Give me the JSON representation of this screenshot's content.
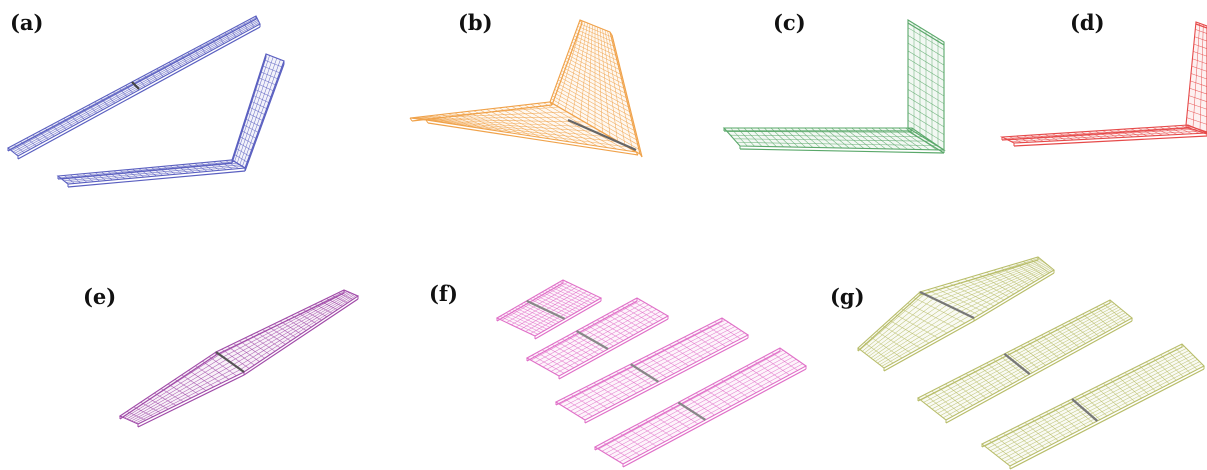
{
  "labels": {
    "a": "(a)",
    "b": "(b)",
    "c": "(c)",
    "d": "(d)",
    "e": "(e)",
    "f": "(f)",
    "g": "(g)"
  },
  "colors": {
    "a": "#5a5fc0",
    "b": "#f0a24a",
    "c": "#5aa86a",
    "d": "#e64a4a",
    "e": "#a04aa8",
    "f": "#e070c8",
    "g": "#b8bd6a"
  }
}
